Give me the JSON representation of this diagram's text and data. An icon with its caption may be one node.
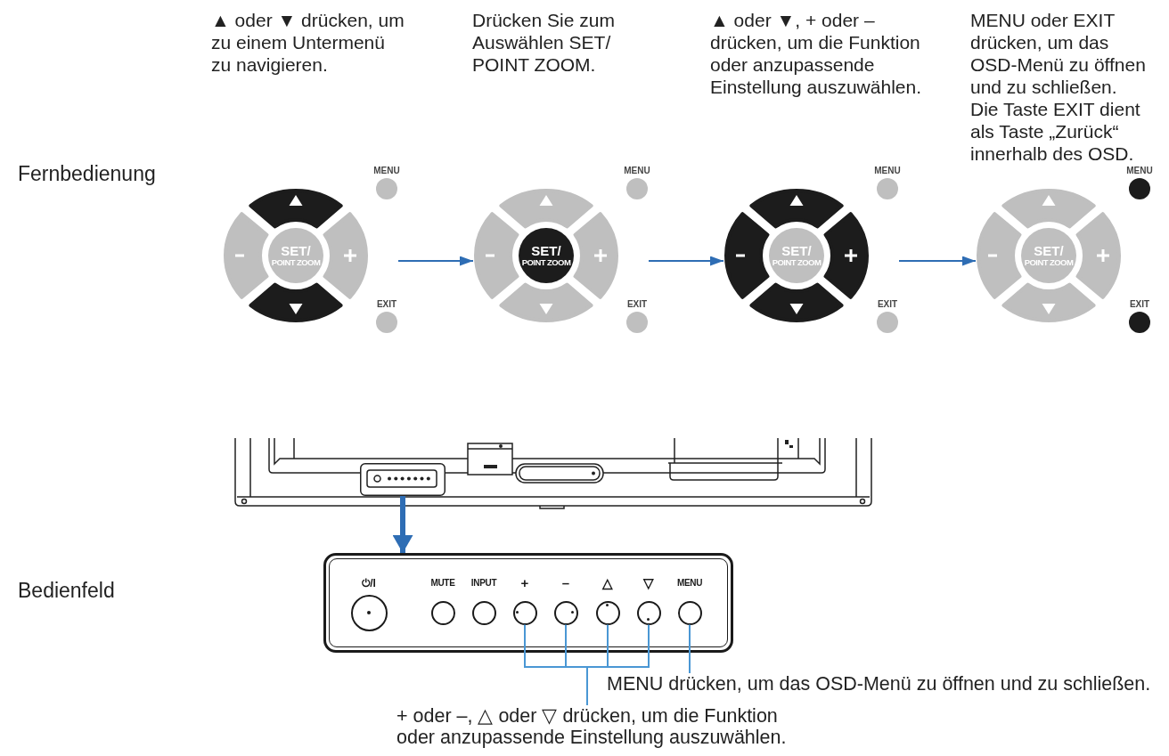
{
  "diagram": {
    "nodes": [
      {
        "text": [
          "MENU",
          "SET/ POINT ZOOM",
          "EXIT"
        ]
      },
      {
        "text": [
          "MENU",
          "SET/ POINT ZOOM",
          "EXIT"
        ]
      },
      {
        "text": [
          "MENU",
          "SET/ POINT ZOOM",
          "EXIT"
        ]
      },
      {
        "text": [
          "MENU",
          "SET/ POINT ZOOM",
          "EXIT"
        ]
      },
      {
        "text": [],
        "shape": "picture"
      },
      {
        "text": [],
        "shape": "box",
        "in": 4
      },
      {
        "text": [],
        "shape": "box"
      },
      {
        "text": [
          "⏻/I"
        ],
        "in": 6
      },
      {
        "text": [
          "MUTE"
        ],
        "in": 6
      },
      {
        "text": [
          "INPUT"
        ],
        "in": 6
      },
      {
        "text": [
          "+"
        ],
        "in": 6
      },
      {
        "text": [
          "–"
        ],
        "in": 6
      },
      {
        "text": [
          "△"
        ],
        "in": 6
      },
      {
        "text": [
          "▽"
        ],
        "in": 6
      },
      {
        "text": [
          "MENU"
        ],
        "in": 6
      },
      {
        "text": [
          "MENU drücken, um das OSD-Menü zu öffnen und zu schließen."
        ]
      },
      {
        "text": [
          "+ oder –, △ oder ▽ drücken, um die Funktion oder anzupassende Einstellung auszuwählen."
        ]
      }
    ],
    "edges": [
      {
        "from": 0,
        "to": 1,
        "arrow": "to",
        "color": "#2e6db4"
      },
      {
        "from": 1,
        "to": 2,
        "arrow": "to",
        "color": "#2e6db4"
      },
      {
        "from": 2,
        "to": 3,
        "arrow": "to",
        "color": "#2e6db4"
      },
      {
        "from": 5,
        "to": 6,
        "arrow": "to",
        "style": "thick",
        "color": "#2e6db4"
      },
      {
        "from": 16,
        "to": 10,
        "arrow": "none"
      },
      {
        "from": 16,
        "to": 11,
        "arrow": "none"
      },
      {
        "from": 16,
        "to": 12,
        "arrow": "none"
      },
      {
        "from": 16,
        "to": 13,
        "arrow": "none"
      },
      {
        "from": 15,
        "to": 14,
        "arrow": "none"
      }
    ],
    "labels": [
      "▲ oder ▼ drücken, um zu einem Untermenü zu navigieren.",
      "Drücken Sie zum Auswählen SET/ POINT ZOOM.",
      "▲ oder ▼, + oder – drücken, um die Funktion oder anzupassende Einstellung auszuwählen.",
      "MENU oder EXIT drücken, um das OSD-Menü zu öffnen und zu schließen.",
      "Die Taste EXIT dient als Taste „Zurück“ innerhalb des OSD.",
      "Fernbedienung",
      "Bedienfeld"
    ]
  }
}
